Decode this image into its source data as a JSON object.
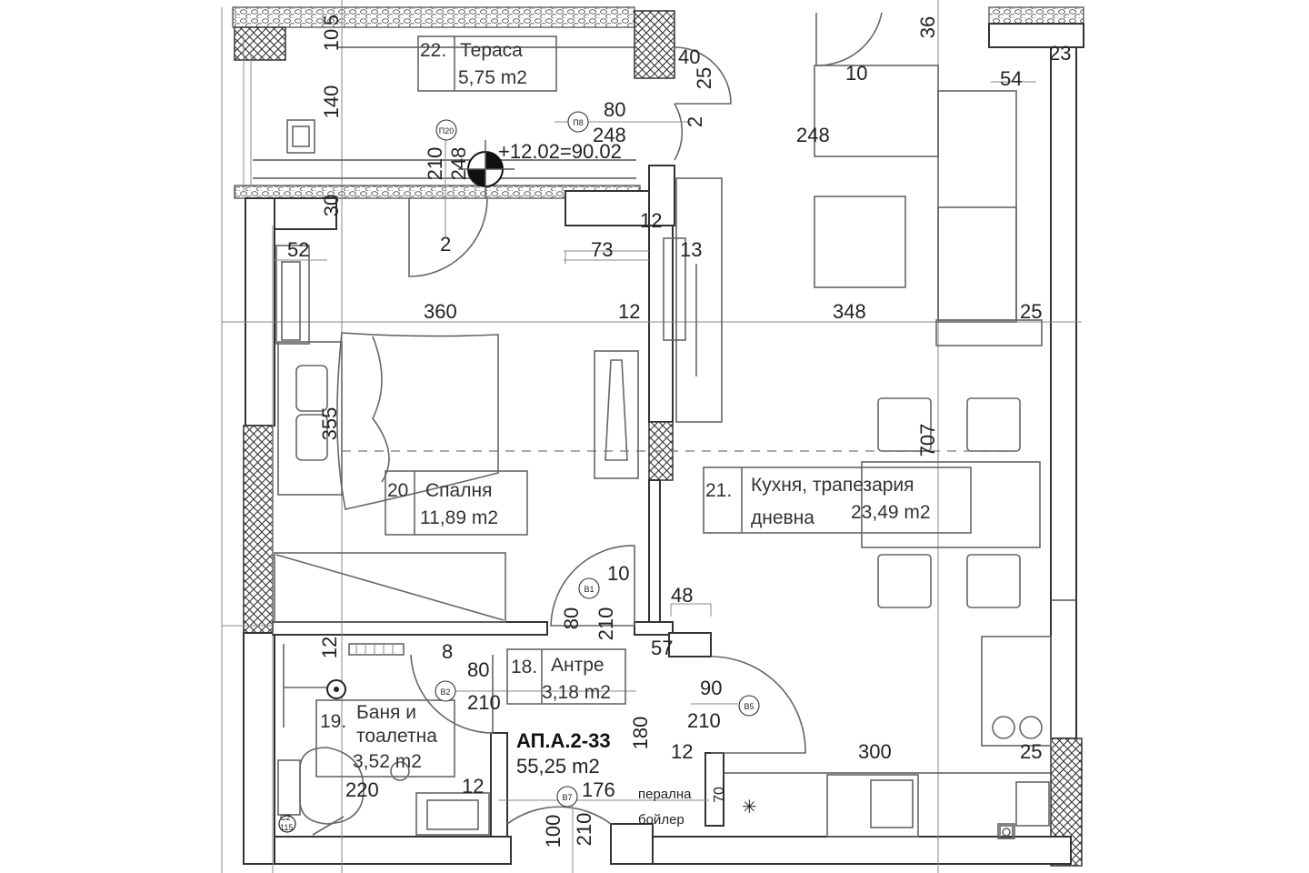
{
  "apartment": {
    "name": "АП.А.2-33",
    "area": "55,25 m2"
  },
  "rooms": [
    {
      "num": "22.",
      "name": "Тераса",
      "area": "5,75 m2"
    },
    {
      "num": "20",
      "name": "Спалня",
      "area": "11,89 m2"
    },
    {
      "num": "21.",
      "name_line1": "Кухня, трапезария",
      "name_line2": "дневна",
      "area": "23,49 m2"
    },
    {
      "num": "18.",
      "name": "Антре",
      "area": "3,18 m2"
    },
    {
      "num": "19.",
      "name_line1": "Баня и",
      "name_line2": "тоалетна",
      "area": "3,52 m2"
    }
  ],
  "level_mark": "+12.02=90.02",
  "door_tags": [
    "П20",
    "П8",
    "В1",
    "В2",
    "В5",
    "В7"
  ],
  "small_labels": [
    "перална",
    "бойлер",
    "С2",
    "115"
  ],
  "dimensions": {
    "d5": "5",
    "d10a": "10",
    "d140": "140",
    "d30": "30",
    "d210a": "210",
    "d248a": "248",
    "d80a": "80",
    "d248b": "248",
    "d2a": "2",
    "d2b": "2",
    "d40": "40",
    "d25a": "25",
    "d36": "36",
    "d10b": "10",
    "d54": "54",
    "d23": "23",
    "d248c": "248",
    "d52": "52",
    "d73": "73",
    "d12a": "12",
    "d13": "13",
    "d360": "360",
    "d12b": "12",
    "d348": "348",
    "d25b": "25",
    "d355": "355",
    "d707": "707",
    "d10c": "10",
    "d80b": "80",
    "d210b": "210",
    "d48": "48",
    "d12c": "12",
    "d8": "8",
    "d57": "57",
    "d80c": "80",
    "d210c": "210",
    "d90": "90",
    "d210d": "210",
    "d180": "180",
    "d12d": "12",
    "d300": "300",
    "d25c": "25",
    "d220": "220",
    "d12e": "12",
    "d176": "176",
    "d70": "70",
    "d100": "100",
    "d210e": "210",
    "sup5": "5"
  }
}
